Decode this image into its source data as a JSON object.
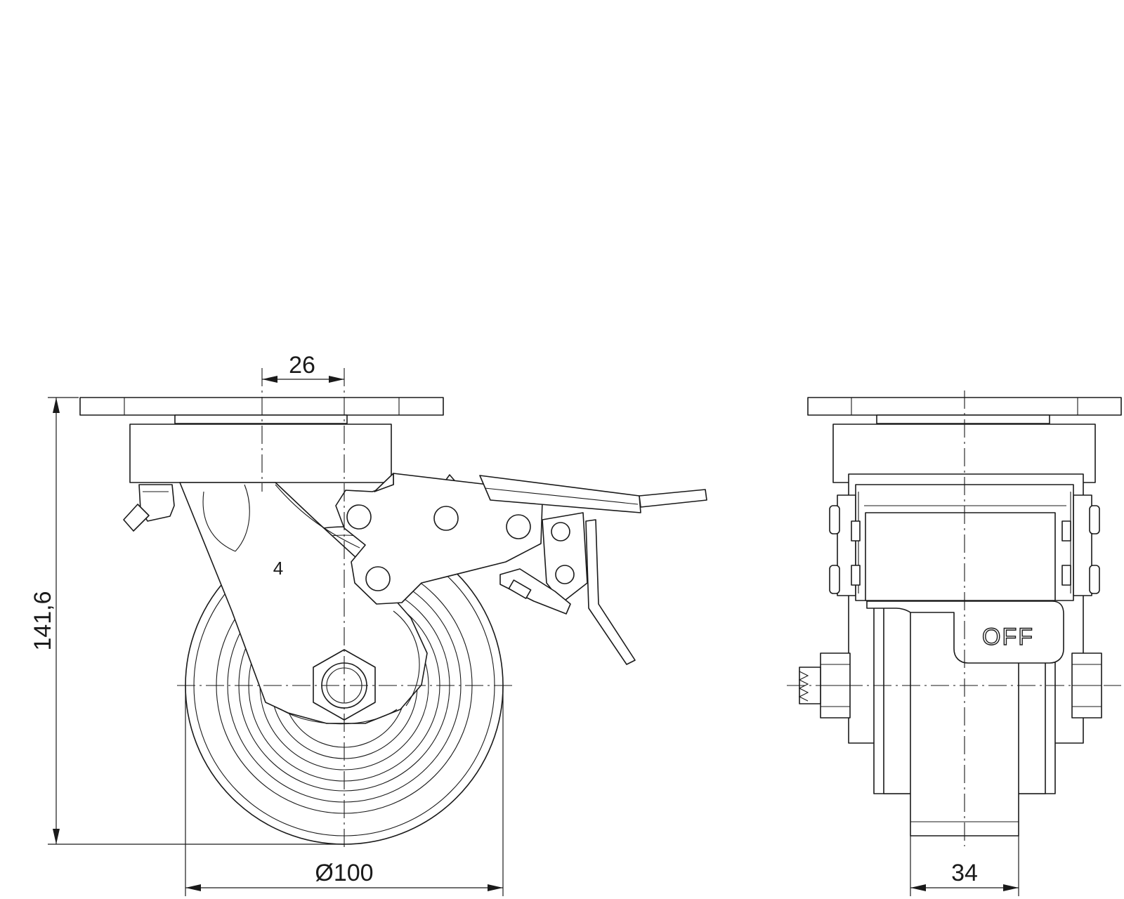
{
  "side_view": {
    "dim_offset": "26",
    "dim_height": "141,6",
    "dim_diameter": "Ø100",
    "part_label": "4"
  },
  "front_view": {
    "dim_width": "34",
    "brake_label": "OFF"
  }
}
